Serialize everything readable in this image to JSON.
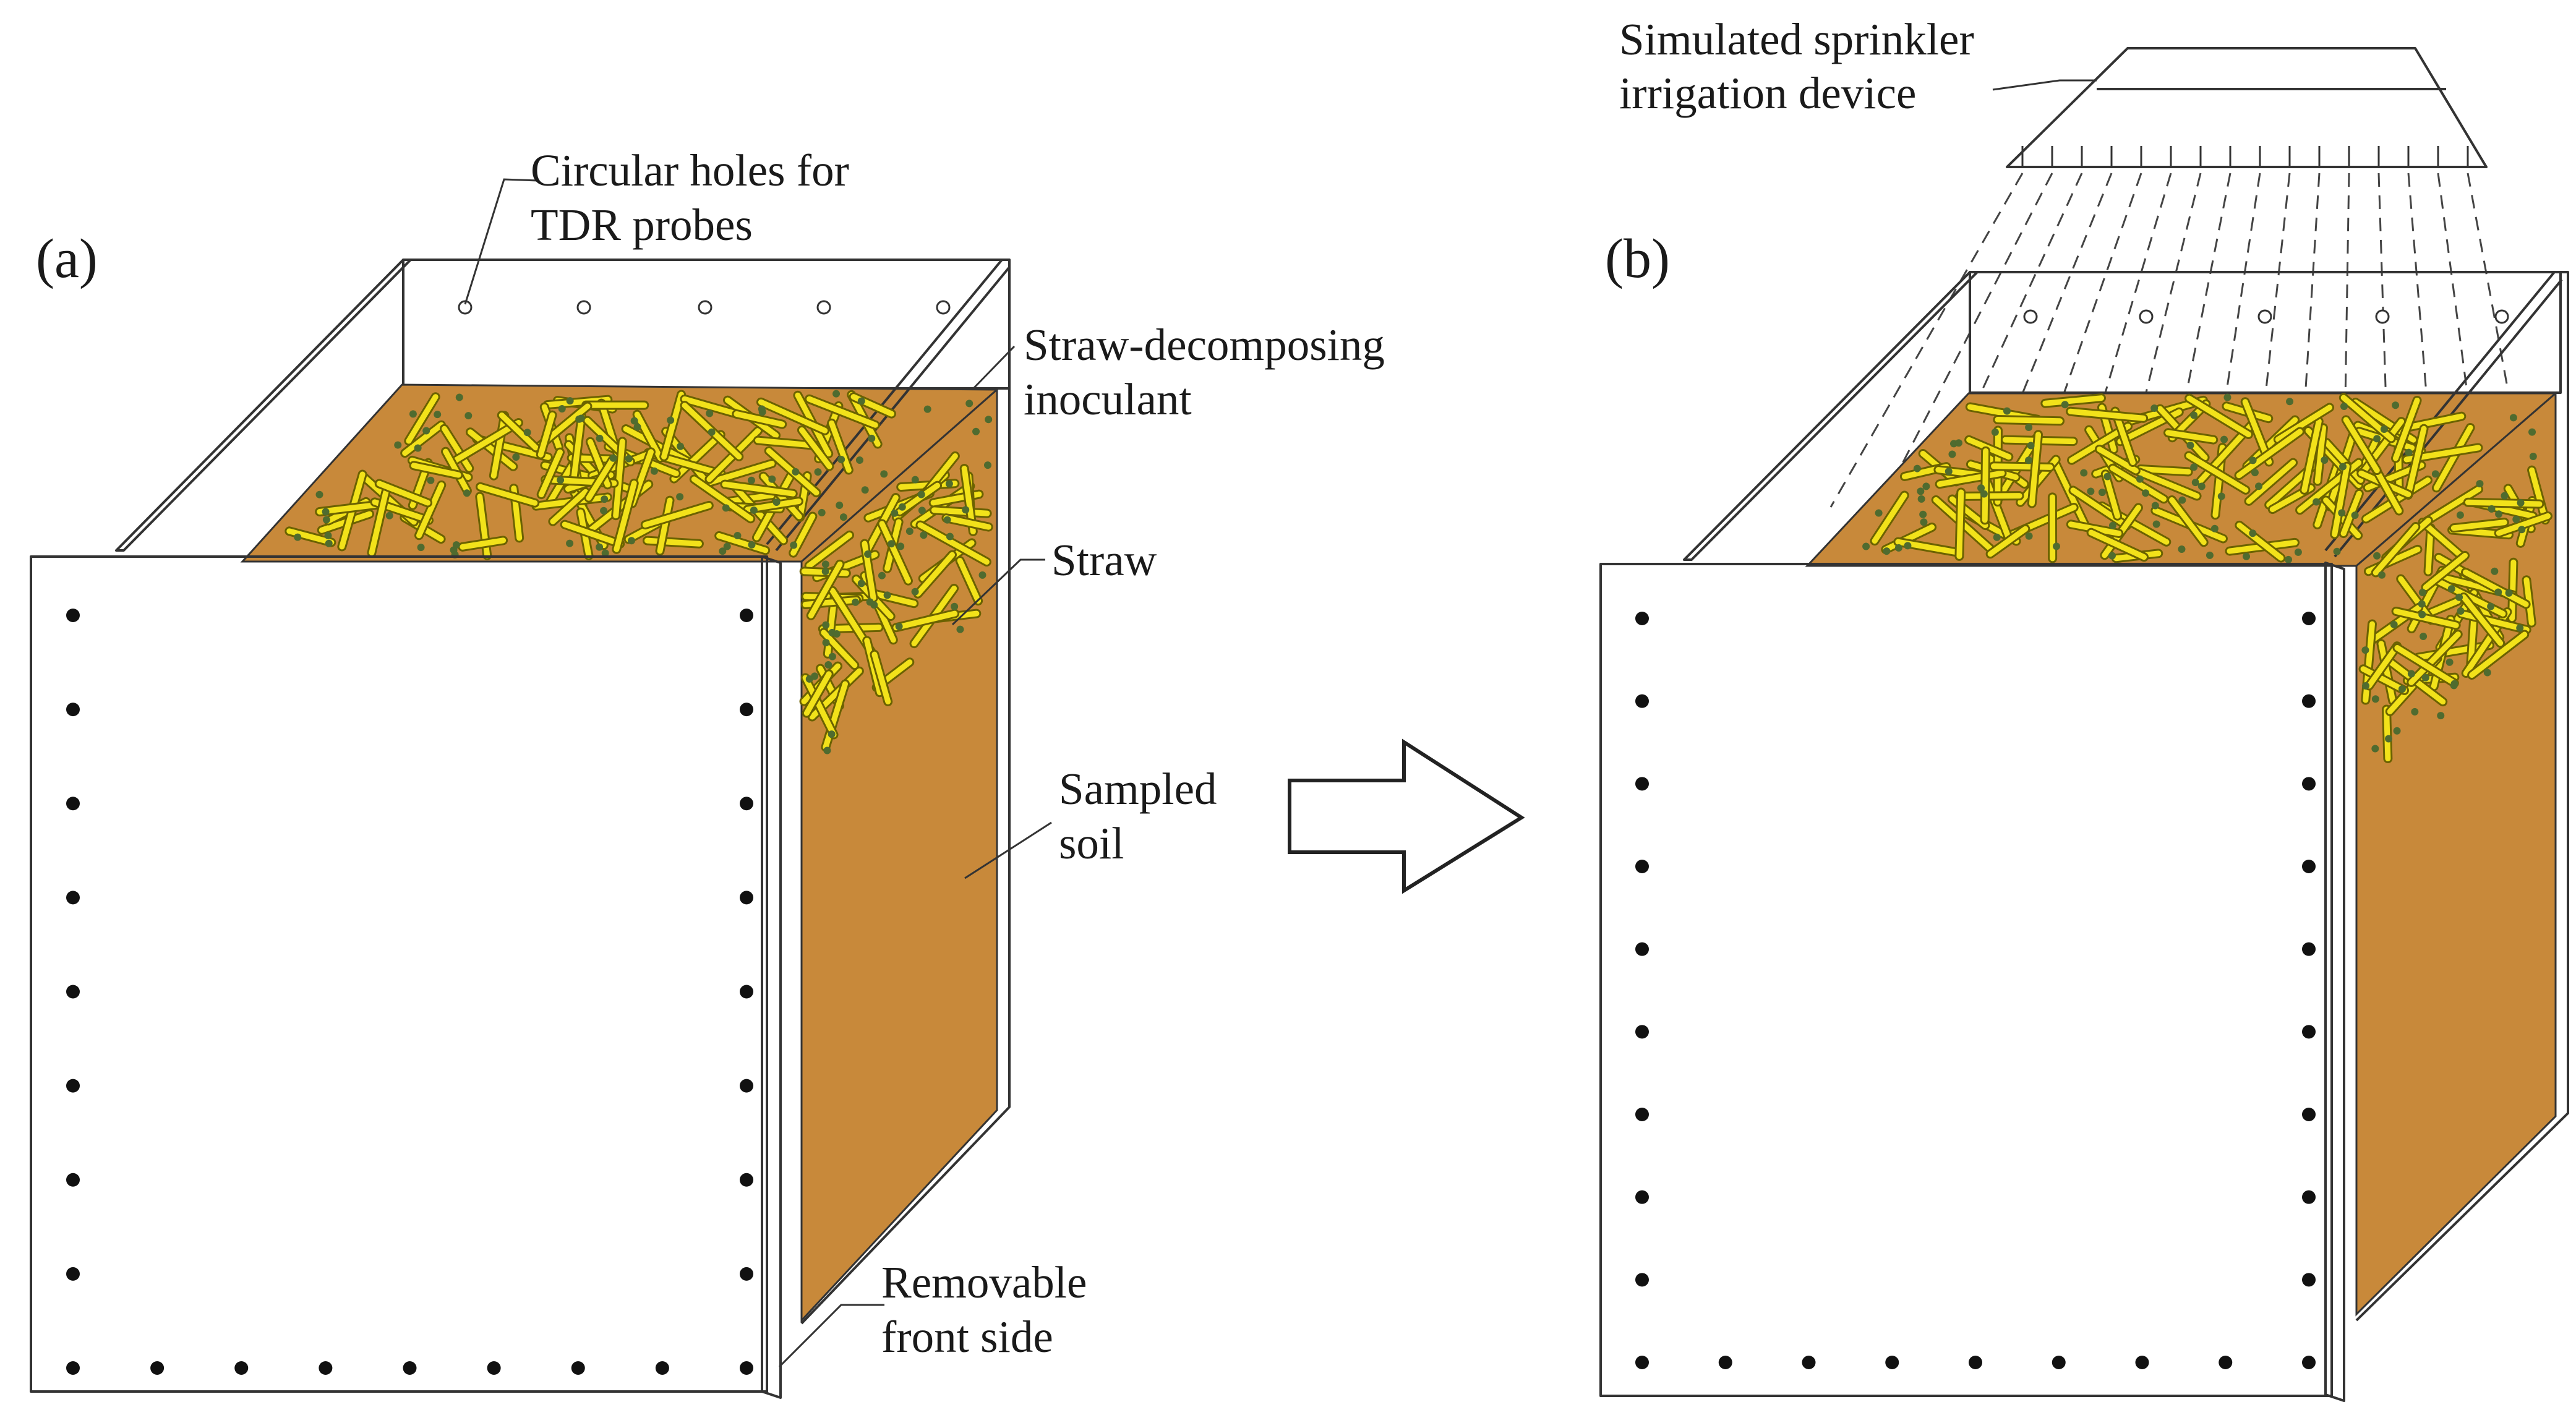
{
  "panels": [
    {
      "id": "a",
      "tag": "(a)",
      "labels": {
        "holes": [
          "Circular holes for",
          "TDR probes"
        ],
        "inoculant": [
          "Straw-decomposing",
          "inoculant"
        ],
        "straw": [
          "Straw"
        ],
        "soil": [
          "Sampled",
          "soil"
        ],
        "front": [
          "Removable",
          "front side"
        ]
      }
    },
    {
      "id": "b",
      "tag": "(b)",
      "labels": {
        "sprinkler": [
          "Simulated sprinkler",
          "irrigation device"
        ]
      }
    }
  ],
  "colors": {
    "soil": "#c8893a",
    "straw": "#f2e21a",
    "straw_outline": "#6b6200",
    "inoculant_dots": "#4f6b2f",
    "panel_face": "#ffffff",
    "outline": "#333333",
    "bolt": "#111111"
  },
  "arrow_icon": "hollow-right-arrow"
}
